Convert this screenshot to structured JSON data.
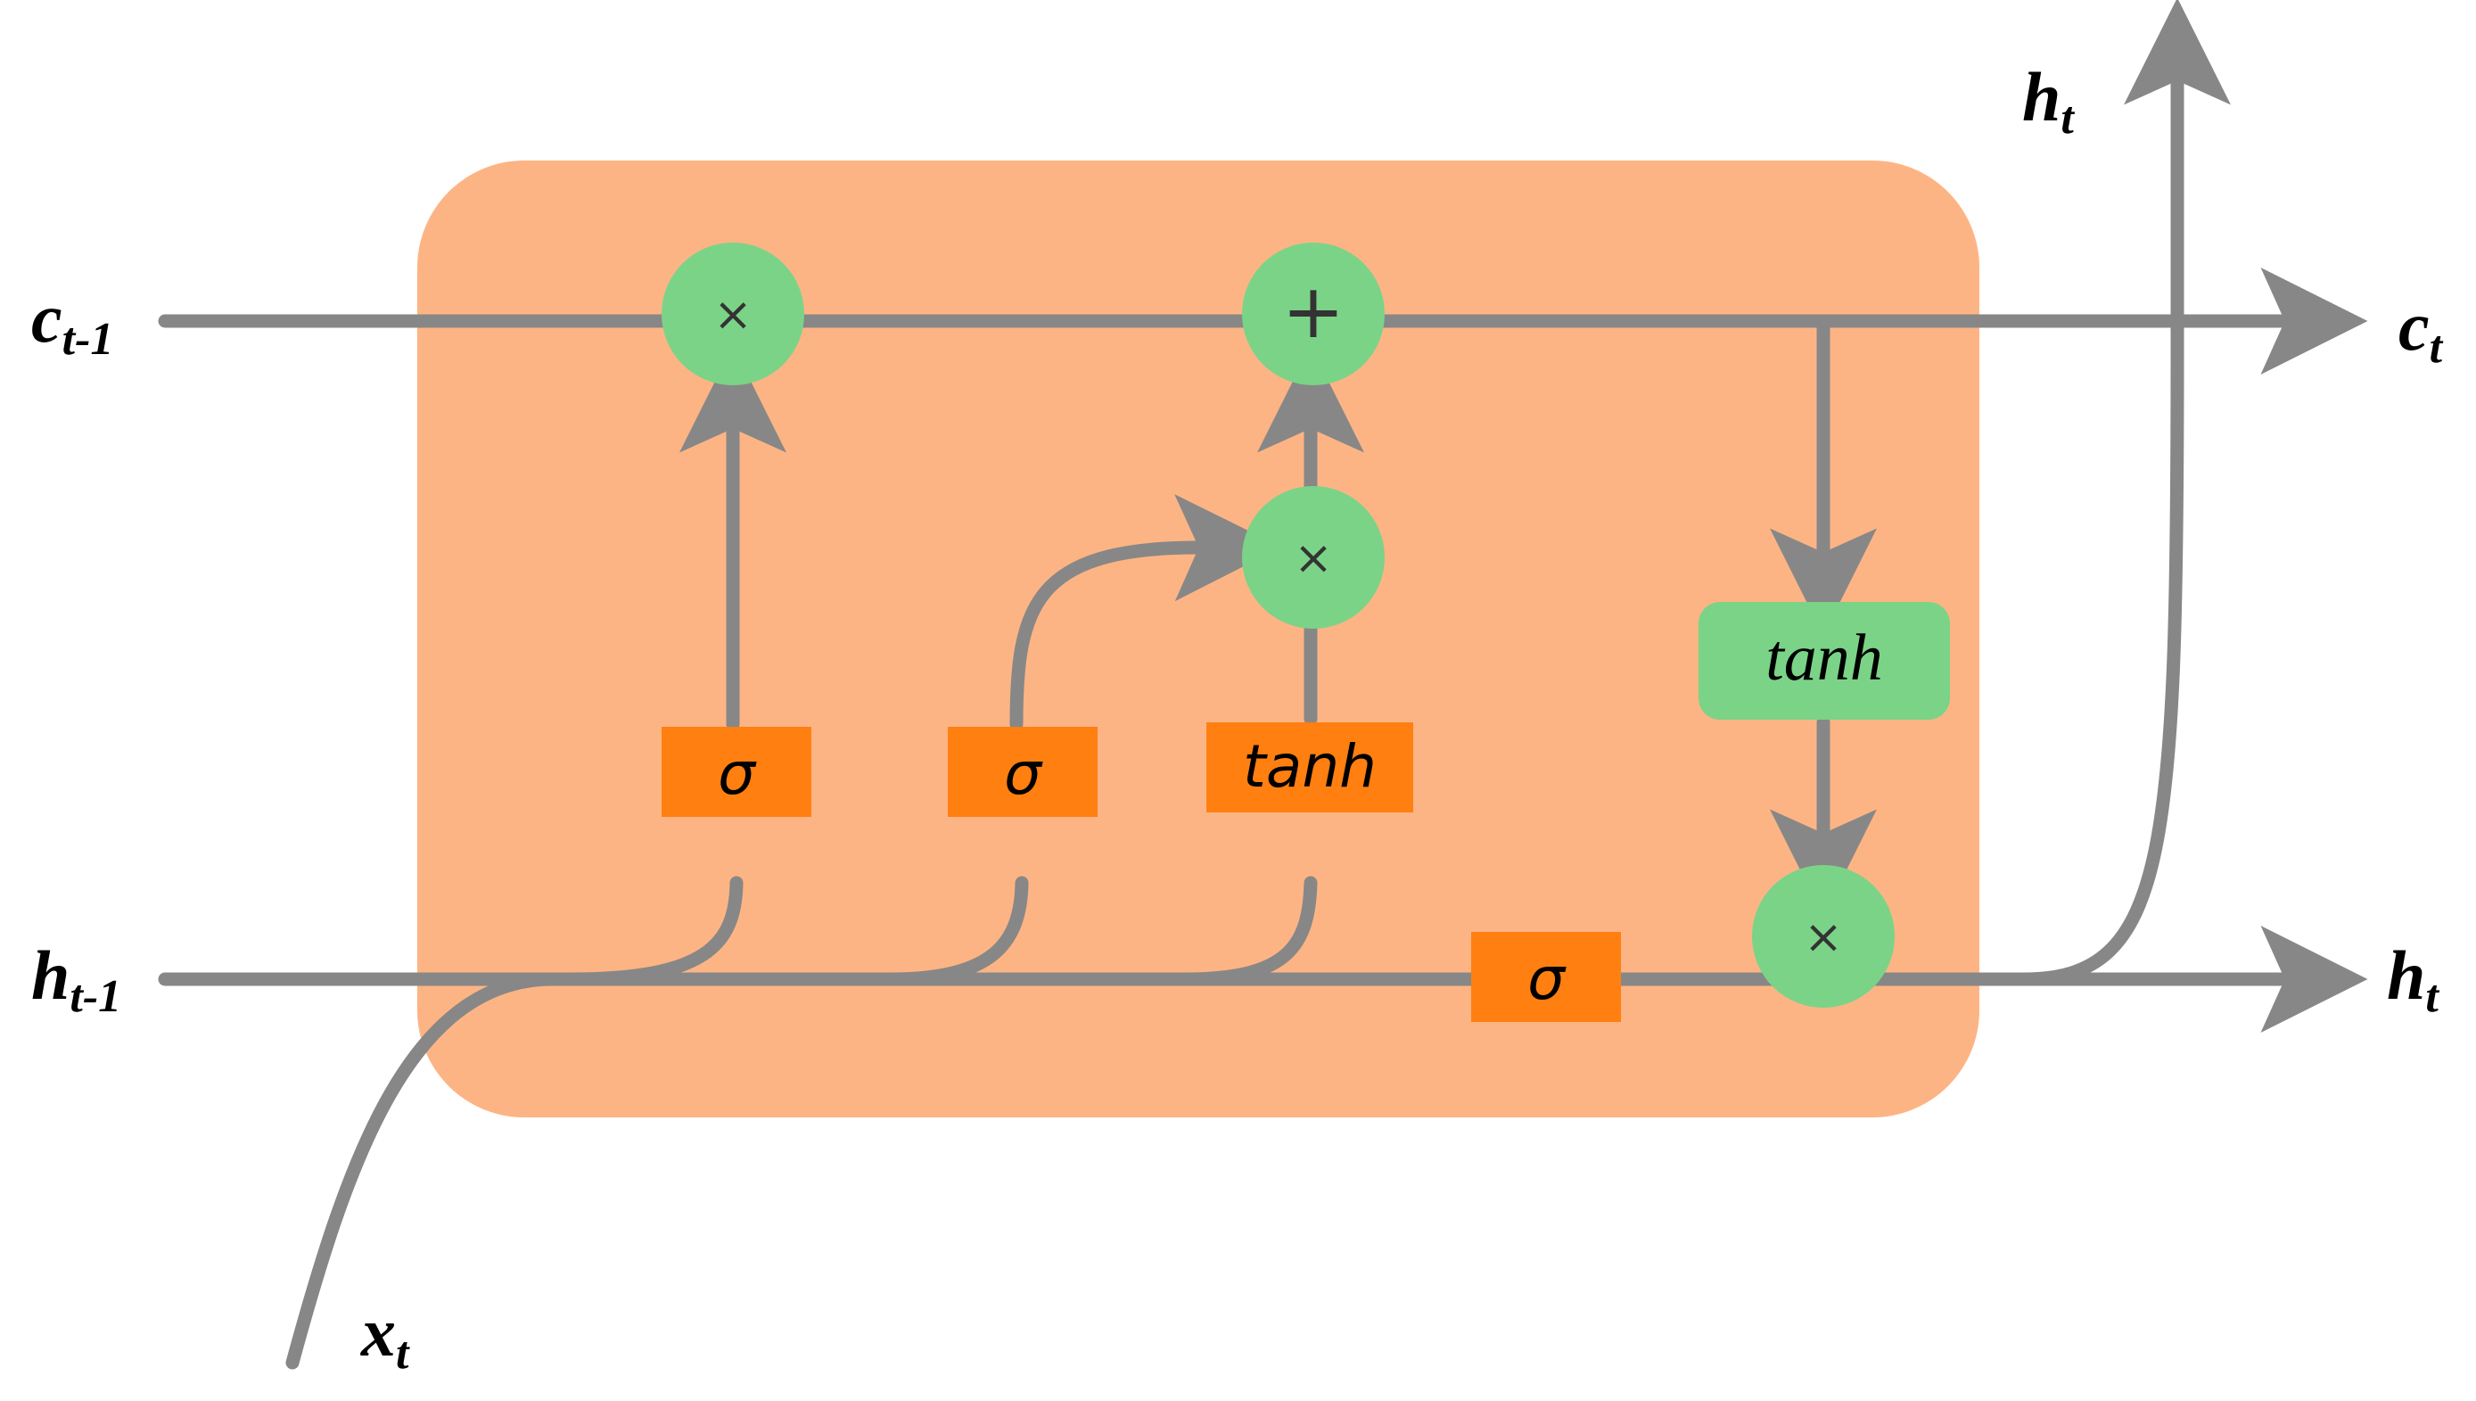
{
  "labels": {
    "c_prev": {
      "base": "c",
      "sub": "t-1"
    },
    "h_prev": {
      "base": "h",
      "sub": "t-1"
    },
    "c_next": {
      "base": "c",
      "sub": "t"
    },
    "h_next": {
      "base": "h",
      "sub": "t"
    },
    "h_out_top": {
      "base": "h",
      "sub": "t"
    },
    "x_in": {
      "base": "x",
      "sub": "t"
    }
  },
  "operators": {
    "forget_multiply": "×",
    "cell_add": "+",
    "input_multiply": "×",
    "output_multiply": "×"
  },
  "gates": {
    "forget_sigma": "σ",
    "input_sigma": "σ",
    "candidate_tanh": "tanh",
    "output_sigma": "σ",
    "cell_tanh": "tanh"
  },
  "colors": {
    "cell_background": "#FDB484",
    "gate_orange": "#FF7F11",
    "operator_green": "#7BD388",
    "line_gray": "#878787"
  }
}
